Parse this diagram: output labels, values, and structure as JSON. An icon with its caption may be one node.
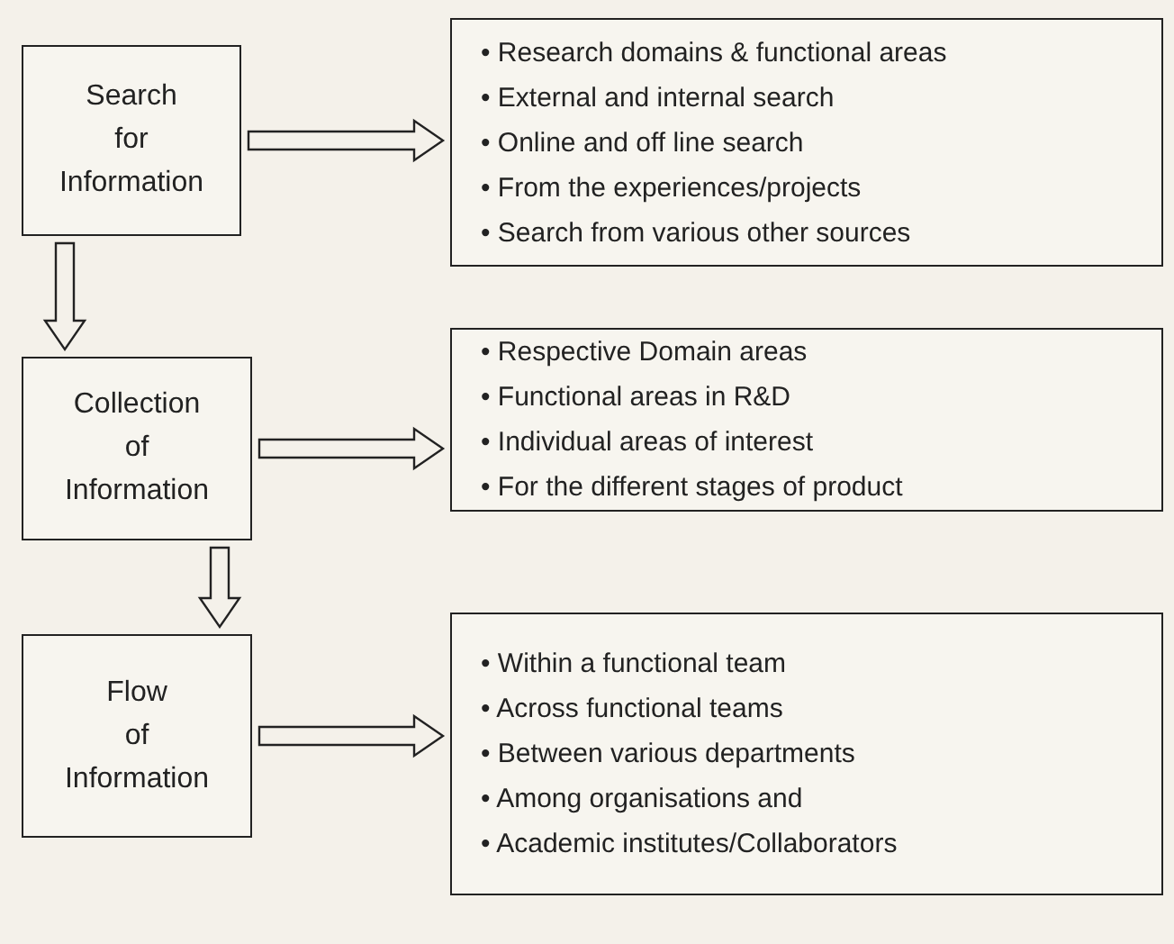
{
  "diagram": {
    "nodes": [
      {
        "text": [
          "Search for Information"
        ]
      },
      {
        "text": [
          "• Research domains & functional areas",
          "• External and internal search",
          "• Online and off line search",
          "• From the experiences/projects",
          "• Search from various other sources"
        ]
      },
      {
        "text": [
          "Collection of Information"
        ]
      },
      {
        "text": [
          "• Respective Domain areas",
          "• Functional areas in R&D",
          "• Individual areas of interest",
          "• For the different stages of product"
        ]
      },
      {
        "text": [
          "Flow of Information"
        ]
      },
      {
        "text": [
          "• Within a functional team",
          "• Across functional teams",
          "• Between various departments",
          "• Among organisations and",
          "• Academic institutes/Collaborators"
        ]
      }
    ],
    "edges": [
      {
        "from": 0,
        "to": 1,
        "arrow": "to"
      },
      {
        "from": 0,
        "to": 2,
        "arrow": "to"
      },
      {
        "from": 2,
        "to": 3,
        "arrow": "to"
      },
      {
        "from": 2,
        "to": 4,
        "arrow": "to"
      },
      {
        "from": 4,
        "to": 5,
        "arrow": "to"
      }
    ]
  }
}
